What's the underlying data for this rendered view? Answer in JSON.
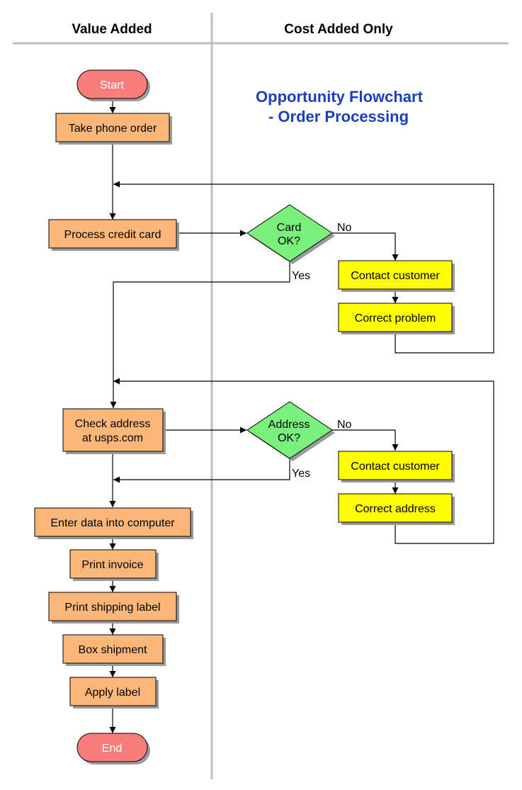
{
  "lanes": {
    "left": "Value Added",
    "right": "Cost Added Only"
  },
  "title": {
    "line1": "Opportunity Flowchart",
    "line2": "- Order Processing"
  },
  "nodes": {
    "start": "Start",
    "take_phone_order": "Take phone order",
    "process_credit_card": "Process credit card",
    "card_ok": [
      "Card",
      "OK?"
    ],
    "contact_customer_1": "Contact customer",
    "correct_problem": "Correct problem",
    "check_address": [
      "Check address",
      "at usps.com"
    ],
    "address_ok": [
      "Address",
      "OK?"
    ],
    "contact_customer_2": "Contact customer",
    "correct_address": "Correct address",
    "enter_data": "Enter data into computer",
    "print_invoice": "Print invoice",
    "print_shipping_label": "Print shipping label",
    "box_shipment": "Box shipment",
    "apply_label": "Apply label",
    "end": "End"
  },
  "edge_labels": {
    "card_no": "No",
    "card_yes": "Yes",
    "address_no": "No",
    "address_yes": "Yes"
  },
  "colors": {
    "terminator": "#f87c7c",
    "process_value": "#fbb77a",
    "decision": "#7cf07c",
    "process_cost": "#ffff00",
    "title": "#1a3fbf",
    "divider": "#bdbdbd",
    "shadow": "#9a9a9a"
  }
}
